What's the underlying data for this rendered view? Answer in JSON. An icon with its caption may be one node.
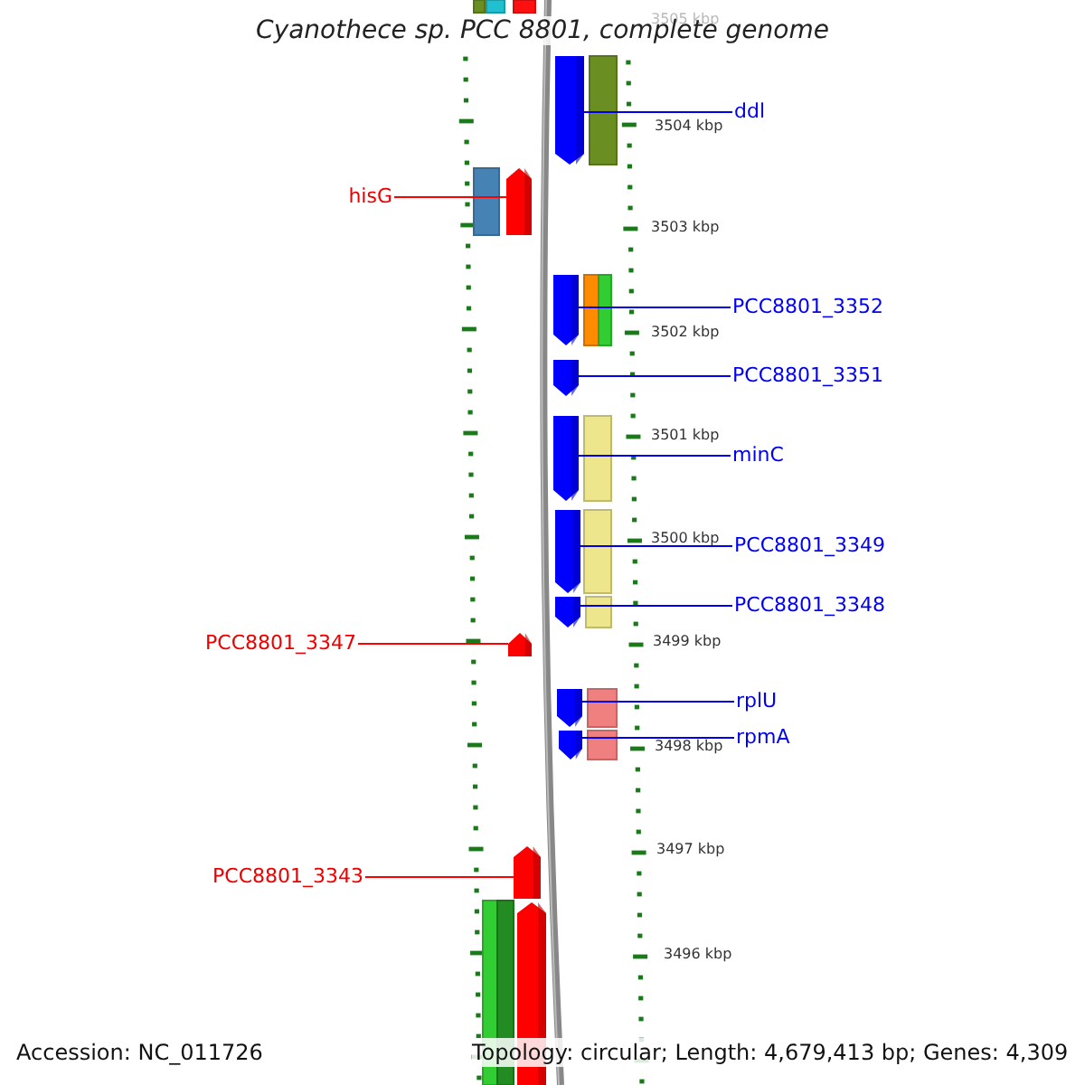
{
  "diagram": {
    "title": "Cyanothece sp. PCC 8801, complete genome",
    "nodes": [
      {
        "text": [
          "ddl"
        ]
      },
      {
        "text": [],
        "shape": "pentagon"
      },
      {
        "text": [
          "hisG"
        ]
      },
      {
        "text": [],
        "shape": "pentagon"
      },
      {
        "text": [
          "PCC8801_3352"
        ]
      },
      {
        "text": [],
        "shape": "pentagon"
      },
      {
        "text": [
          "PCC8801_3351"
        ]
      },
      {
        "text": [],
        "shape": "pentagon"
      },
      {
        "text": [
          "minC"
        ]
      },
      {
        "text": [],
        "shape": "pentagon"
      },
      {
        "text": [
          "PCC8801_3349"
        ]
      },
      {
        "text": [],
        "shape": "pentagon"
      },
      {
        "text": [
          "PCC8801_3348"
        ]
      },
      {
        "text": [],
        "shape": "pentagon"
      },
      {
        "text": [
          "PCC8801_3347"
        ]
      },
      {
        "text": [],
        "shape": "pentagon"
      },
      {
        "text": [
          "rplU"
        ]
      },
      {
        "text": [],
        "shape": "pentagon"
      },
      {
        "text": [
          "rpmA"
        ]
      },
      {
        "text": [],
        "shape": "pentagon"
      },
      {
        "text": [
          "PCC8801_3343"
        ]
      },
      {
        "text": [],
        "shape": "pentagon"
      },
      {
        "text": [],
        "shape": "pentagon"
      }
    ],
    "edges": [
      {
        "from": 0,
        "to": 1,
        "arrow": "none"
      },
      {
        "from": 2,
        "to": 3,
        "arrow": "none",
        "color": "#ff0000"
      },
      {
        "from": 4,
        "to": 5,
        "arrow": "none"
      },
      {
        "from": 6,
        "to": 7,
        "arrow": "none"
      },
      {
        "from": 8,
        "to": 9,
        "arrow": "none"
      },
      {
        "from": 10,
        "to": 11,
        "arrow": "none"
      },
      {
        "from": 12,
        "to": 13,
        "arrow": "none"
      },
      {
        "from": 14,
        "to": 15,
        "arrow": "none",
        "color": "#ff0000"
      },
      {
        "from": 16,
        "to": 17,
        "arrow": "none"
      },
      {
        "from": 18,
        "to": 19,
        "arrow": "none"
      },
      {
        "from": 20,
        "to": 21,
        "arrow": "none",
        "color": "#ff0000"
      }
    ],
    "labels": [
      "3505 kbp",
      "3504 kbp",
      "3503 kbp",
      "3502 kbp",
      "3501 kbp",
      "3500 kbp",
      "3499 kbp",
      "3498 kbp",
      "3497 kbp",
      "3496 kbp",
      "Accession: NC_011726",
      "Topology: circular; Length: 4,679,413 bp; Genes: 4,309"
    ]
  }
}
